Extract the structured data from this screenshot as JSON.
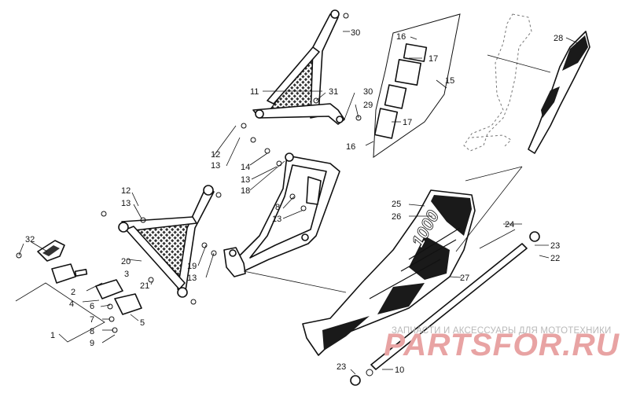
{
  "colors": {
    "line": "#111111",
    "watermark_red": "#e8a3a3",
    "watermark_gray": "#b9b9b9"
  },
  "decal_text": "1000",
  "watermark": {
    "subtitle": "ЗАПЧАСТИ И АКСЕССУАРЫ ДЛЯ МОТОТЕХНИКИ",
    "brand": "PARTSFOR.RU"
  },
  "callouts": {
    "c1": "1",
    "c2": "2",
    "c3": "3",
    "c4": "4",
    "c5": "5",
    "c6": "6",
    "c7": "7",
    "c8a": "8",
    "c8b": "8",
    "c9": "9",
    "c10": "10",
    "c11": "11",
    "c12a": "12",
    "c12b": "12",
    "c13a": "13",
    "c13b": "13",
    "c13c": "13",
    "c13d": "13",
    "c13e": "13",
    "c14": "14",
    "c15": "15",
    "c16a": "16",
    "c16b": "16",
    "c17a": "17",
    "c17b": "17",
    "c18": "18",
    "c19": "19",
    "c20": "20",
    "c21": "21",
    "c22": "22",
    "c23a": "23",
    "c23b": "23",
    "c24": "24",
    "c25": "25",
    "c26": "26",
    "c27": "27",
    "c28": "28",
    "c29": "29",
    "c30a": "30",
    "c30b": "30",
    "c31": "31",
    "c32": "32"
  }
}
